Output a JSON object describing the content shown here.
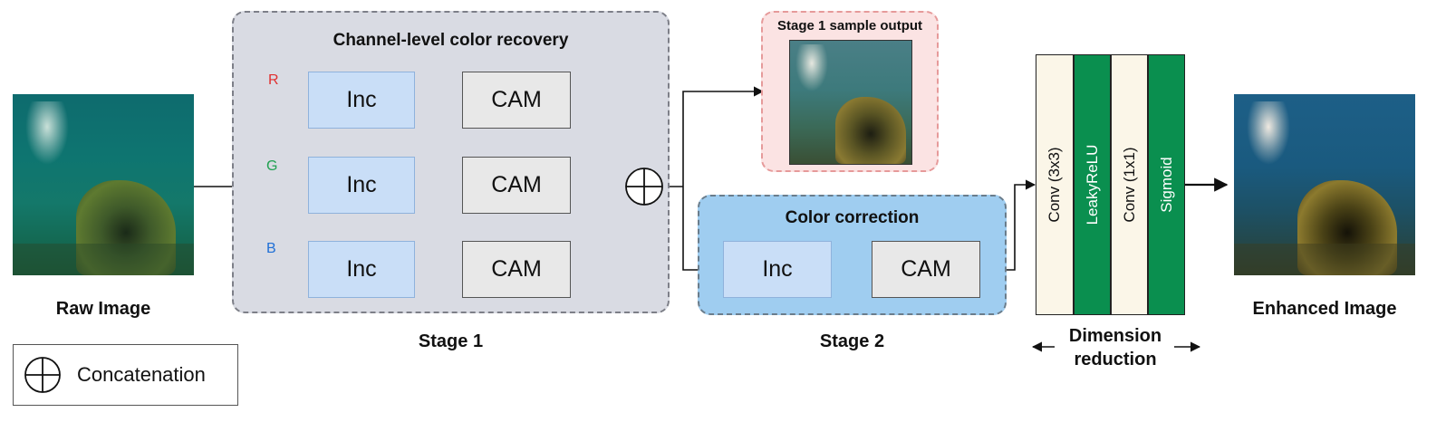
{
  "raw_image_label": "Raw Image",
  "enhanced_image_label": "Enhanced Image",
  "stage1": {
    "title": "Channel-level color recovery",
    "caption": "Stage 1",
    "channels": [
      {
        "label": "R",
        "color": "#e03030"
      },
      {
        "label": "G",
        "color": "#1fa050"
      },
      {
        "label": "B",
        "color": "#1f6fd6"
      }
    ],
    "inc_label": "Inc",
    "cam_label": "CAM"
  },
  "sample_output_label": "Stage 1 sample output",
  "stage2": {
    "title": "Color correction",
    "caption": "Stage 2",
    "inc_label": "Inc",
    "cam_label": "CAM"
  },
  "dimension_reduction": {
    "layers": [
      "Conv (3x3)",
      "LeakyReLU",
      "Conv (1x1)",
      "Sigmoid"
    ],
    "caption_line1": "Dimension",
    "caption_line2": "reduction"
  },
  "legend": {
    "label": "Concatenation",
    "icon": "circled-plus-icon"
  },
  "colors": {
    "stage1_panel": "#d9dbe3",
    "stage2_panel": "#9fcdf0",
    "sample_panel": "#fbe3e3",
    "layer_light": "#fbf6e8",
    "layer_green": "#0a8f4f"
  }
}
